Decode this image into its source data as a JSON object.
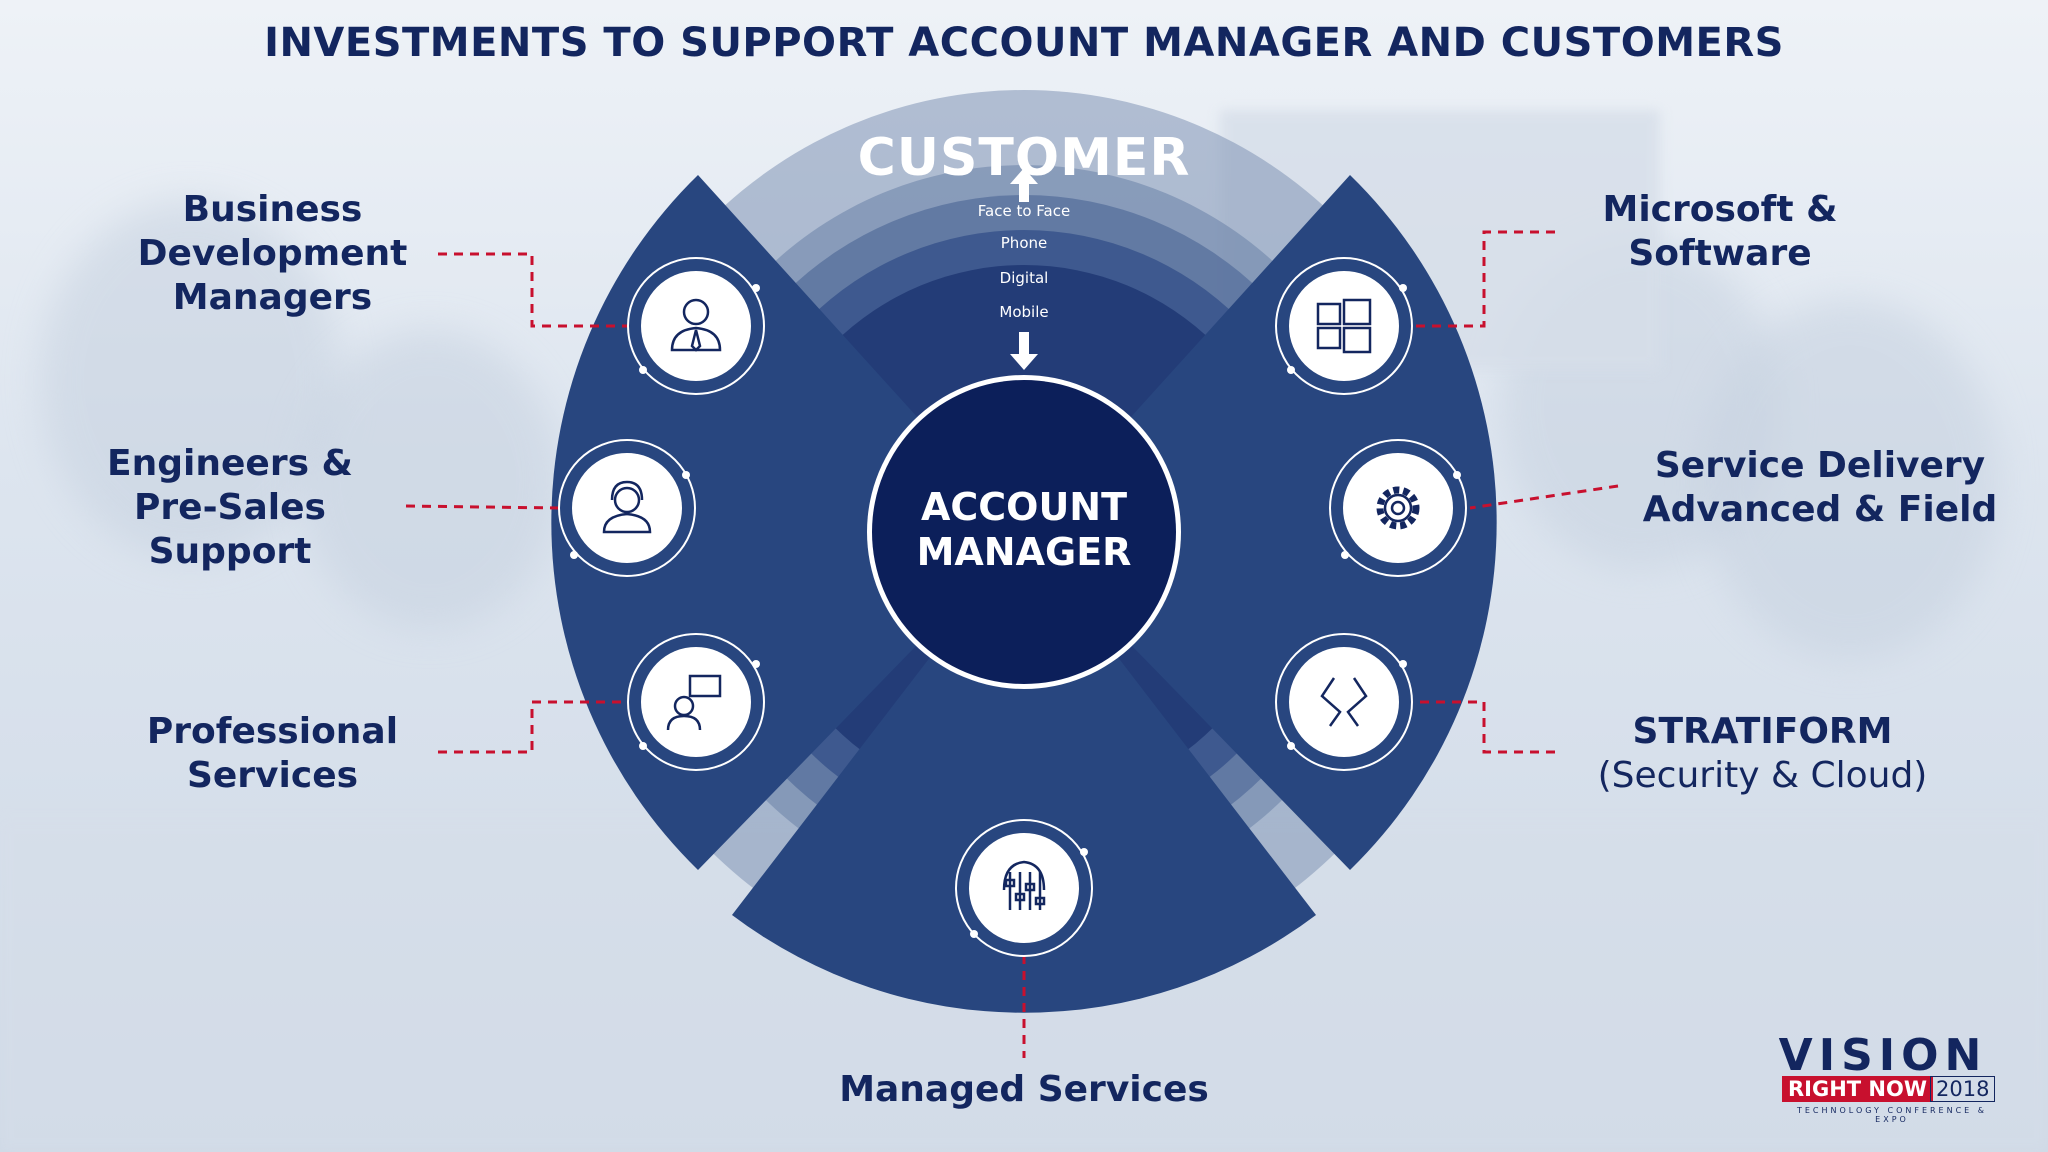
{
  "title": "INVESTMENTS TO SUPPORT ACCOUNT MANAGER AND CUSTOMERS",
  "center": {
    "outer_label": "CUSTOMER",
    "rings": [
      "Face to Face",
      "Phone",
      "Digital",
      "Mobile"
    ],
    "core_line1": "ACCOUNT",
    "core_line2": "MANAGER"
  },
  "labels": {
    "bdm": [
      "Business",
      "Development",
      "Managers"
    ],
    "engineers": [
      "Engineers &",
      "Pre-Sales",
      "Support"
    ],
    "professional": [
      "Professional",
      "Services"
    ],
    "microsoft": [
      "Microsoft &",
      "Software"
    ],
    "service_delivery": [
      "Service Delivery",
      "Advanced & Field"
    ],
    "stratiform": [
      "STRATIFORM",
      "(Security & Cloud)"
    ],
    "managed": "Managed Services"
  },
  "icons": {
    "bdm": "business-person-icon",
    "engineers": "headset-support-icon",
    "professional": "consultant-speech-icon",
    "microsoft": "windows-logo-icon",
    "service_delivery": "gear-icon",
    "stratiform": "stratiform-logo-icon",
    "managed": "sliders-gear-icon"
  },
  "logo": {
    "brand": "VISION",
    "subbrand": "RIGHT NOW",
    "year": "2018",
    "tagline": "TECHNOLOGY CONFERENCE & EXPO"
  },
  "colors": {
    "navy": "#13265f",
    "segment_blue": "#28467f",
    "core_blue": "#0c1f5a",
    "connector_red": "#c8102e"
  }
}
